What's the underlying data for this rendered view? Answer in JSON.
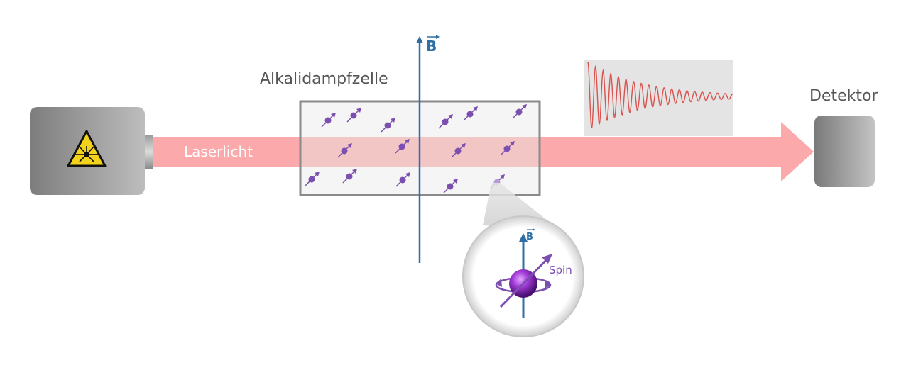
{
  "labels": {
    "laser": "Laserlicht",
    "cell": "Alkalidampfzelle",
    "detector": "Detektor",
    "field": "B",
    "field_inset": "B",
    "spin": "Spin"
  },
  "colors": {
    "beam": "#fba9aa",
    "cell_border": "#8a8a8a",
    "field_axis": "#2f6fa5",
    "atom": "#7b4fb0",
    "signal": "#d9534f",
    "signal_bg": "#e4e4e4",
    "laser_text": "#ffffff",
    "label_text": "#555555"
  },
  "icons": {
    "laser_warning": "laser-warning-icon"
  }
}
